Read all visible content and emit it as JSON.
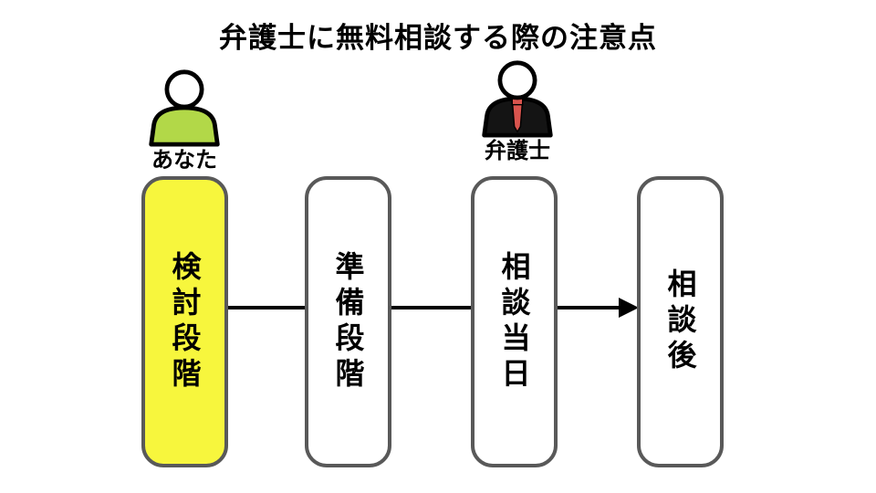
{
  "title": "弁護士に無料相談する際の注意点",
  "actors": [
    {
      "id": "you",
      "label": "あなた",
      "icon": "person-icon",
      "body_color": "#b2d848"
    },
    {
      "id": "lawyer",
      "label": "弁護士",
      "icon": "lawyer-icon",
      "body_color": "#141414",
      "tie_color": "#d9544e"
    }
  ],
  "stages": [
    {
      "label": "検討段階",
      "highlighted": true,
      "fill_color": "#f7f63d"
    },
    {
      "label": "準備段階",
      "highlighted": false,
      "fill_color": "#ffffff"
    },
    {
      "label": "相談当日",
      "highlighted": false,
      "fill_color": "#ffffff"
    },
    {
      "label": "相談後",
      "highlighted": false,
      "fill_color": "#ffffff"
    }
  ],
  "connectors": [
    {
      "from": 0,
      "to": 1,
      "arrow": false
    },
    {
      "from": 1,
      "to": 2,
      "arrow": false
    },
    {
      "from": 2,
      "to": 3,
      "arrow": true
    }
  ],
  "colors": {
    "background": "#ffffff",
    "box_border": "#595959",
    "highlight_yellow": "#f7f63d",
    "actor_green": "#b2d848",
    "suit_black": "#141414",
    "tie_red": "#d9544e",
    "connector_black": "#000000",
    "text": "#000000"
  }
}
